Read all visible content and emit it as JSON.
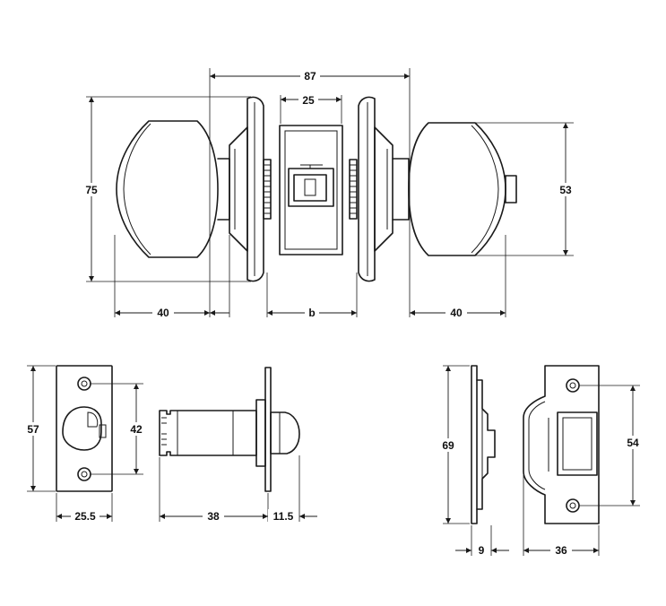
{
  "dimensions": {
    "overall_width": "87",
    "spindle_housing": "25",
    "rose_height": "75",
    "knob_height": "53",
    "knob_left_projection": "40",
    "door_thickness": "b",
    "knob_right_projection": "40",
    "latch_plate_height": "57",
    "latch_hole_spacing": "42",
    "latch_plate_width": "25.5",
    "backset": "38",
    "bolt_projection": "11.5",
    "strike_height": "69",
    "strike_hole_spacing": "54",
    "strike_lip_depth": "9",
    "strike_width": "36"
  },
  "colors": {
    "ink": "#1a1a1a",
    "background": "#ffffff"
  }
}
